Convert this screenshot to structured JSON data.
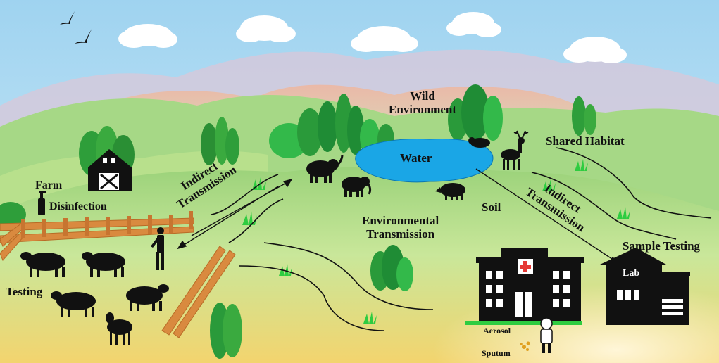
{
  "labels": {
    "wild_environment": "Wild\nEnvironment",
    "water": "Water",
    "shared_habitat": "Shared Habitat",
    "indirect_left": "Indirect\nTransmission",
    "indirect_right": "Indirect\nTransmission",
    "farm": "Farm",
    "disinfection": "Disinfection",
    "environmental_transmission": "Environmental\nTransmission",
    "soil": "Soil",
    "sample_testing": "Sample Testing",
    "lab": "Lab",
    "testing": "Testing",
    "aerosol": "Aerosol",
    "sputum": "Sputum"
  },
  "colors": {
    "sky_top": "#a9d8f2",
    "sky_bottom": "#cfe9f7",
    "hill_far": "#e7b6a8",
    "hill_mid": "#9fd38a",
    "grass_light": "#cfe7a5",
    "ground_warm": "#f2d987",
    "water": "#1aa6e6",
    "fence": "#d98a3f",
    "hospital_cross": "#e53935"
  }
}
